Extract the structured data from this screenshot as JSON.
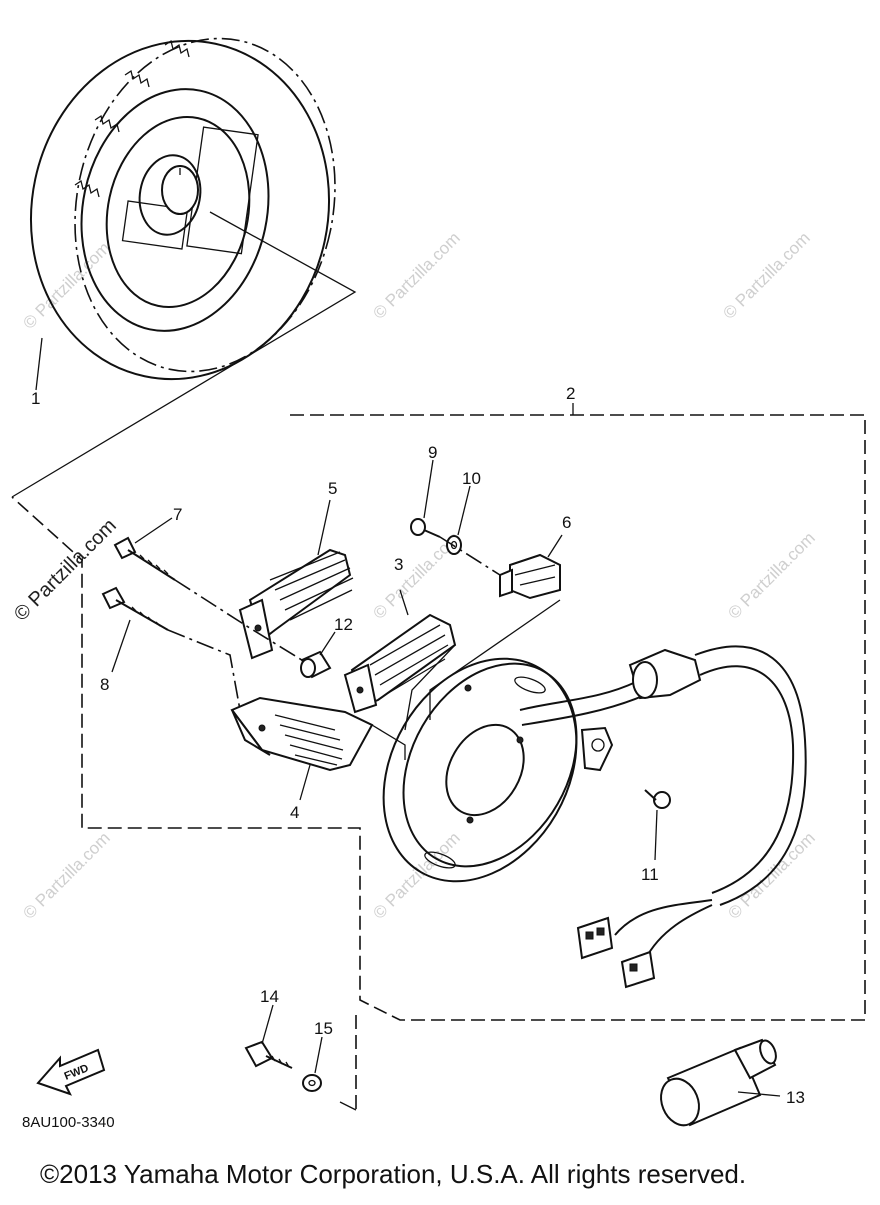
{
  "diagram": {
    "part_numbers": {
      "p1": "1",
      "p2": "2",
      "p3": "3",
      "p4": "4",
      "p5": "5",
      "p6": "6",
      "p7": "7",
      "p8": "8",
      "p9": "9",
      "p10": "10",
      "p11": "11",
      "p12": "12",
      "p13": "13",
      "p14": "14",
      "p15": "15"
    },
    "fwd_label": "FWD",
    "diagram_code": "8AU100-3340",
    "copyright": "©2013 Yamaha Motor Corporation, U.S.A. All rights reserved.",
    "watermark_text": "© Partzilla.com",
    "colors": {
      "line": "#111111",
      "background": "#ffffff",
      "watermark": "#cfcfcf"
    }
  }
}
